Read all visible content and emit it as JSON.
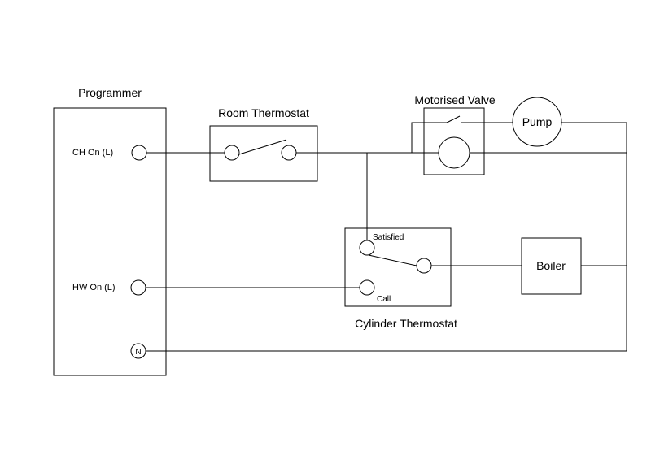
{
  "labels": {
    "programmer": "Programmer",
    "room_thermostat": "Room Thermostat",
    "motorised_valve": "Motorised Valve",
    "pump": "Pump",
    "boiler": "Boiler",
    "cylinder_thermostat": "Cylinder Thermostat",
    "ch_on": "CH On (L)",
    "hw_on": "HW On (L)",
    "neutral": "N",
    "satisfied": "Satisfied",
    "call": "Call"
  },
  "colors": {
    "line": "#000000",
    "background": "#ffffff"
  }
}
